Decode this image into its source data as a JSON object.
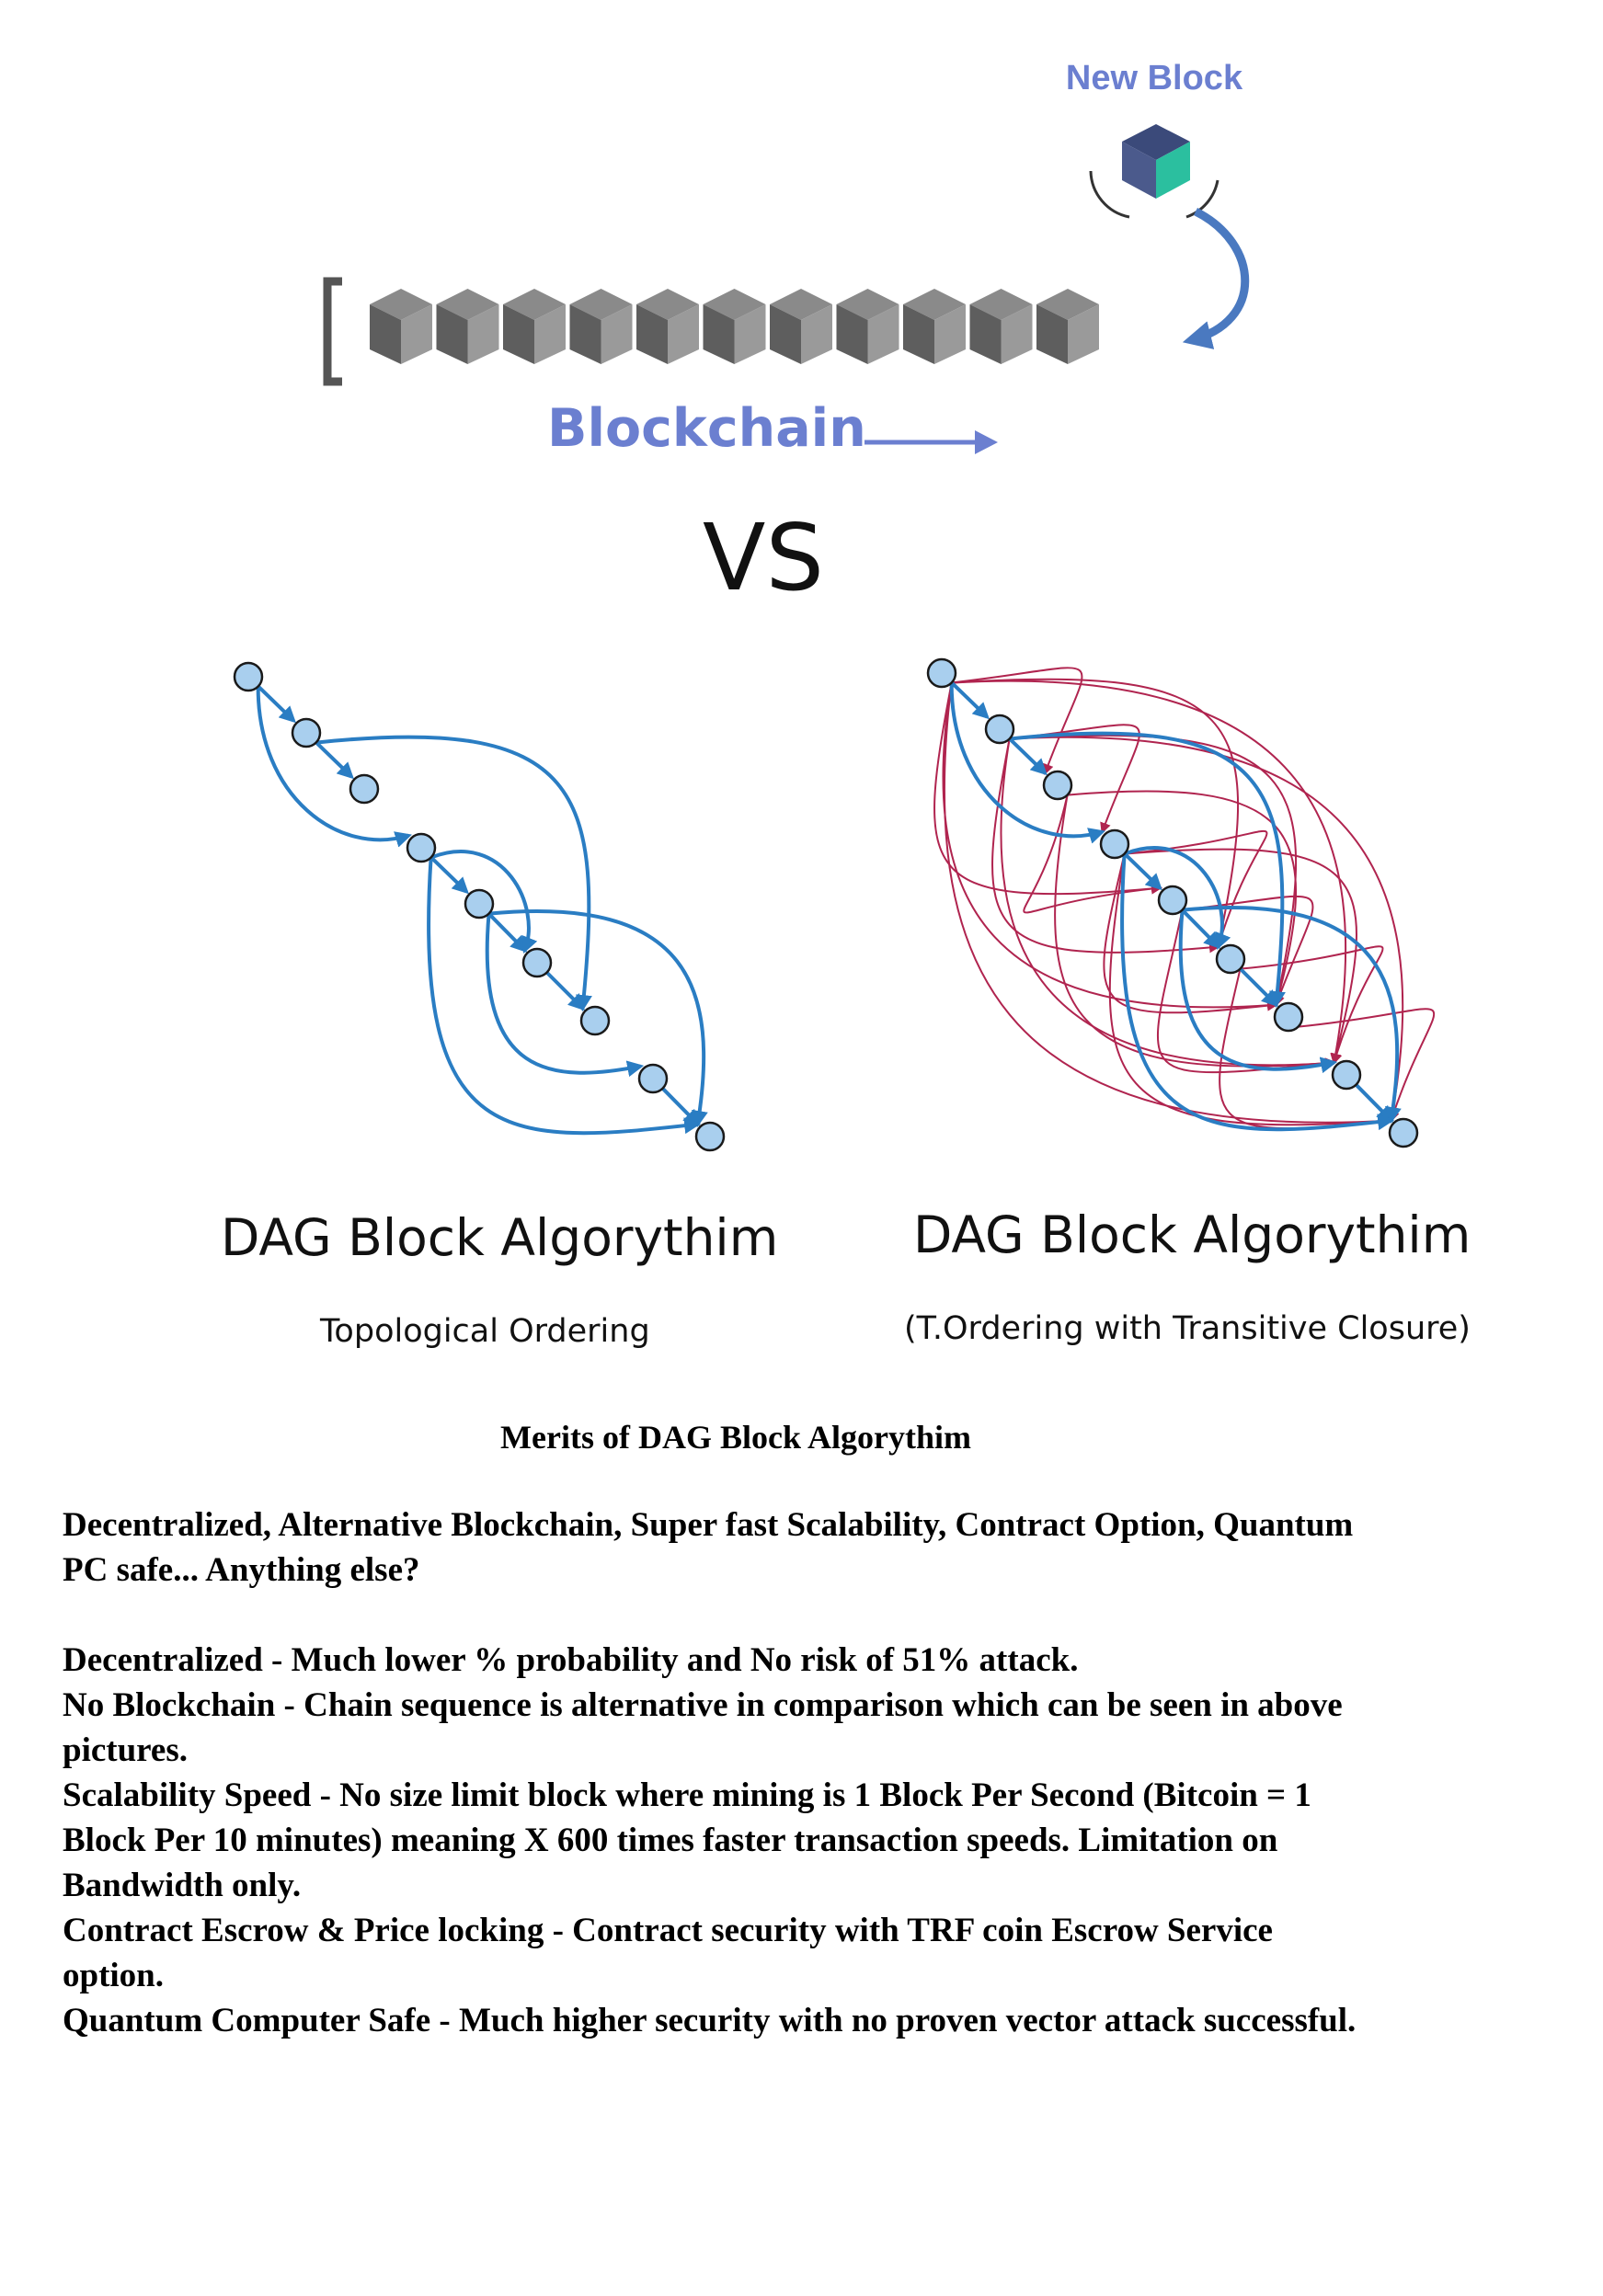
{
  "top": {
    "new_block_label": "New Block",
    "blockchain_label": "Blockchain",
    "chain_block_count": 11,
    "colors": {
      "label_blue": "#6b7fd0",
      "arrow_blue": "#4a79c0",
      "cube_teal": "#2bbf9f",
      "cube_navy": "#4b5a8c",
      "cube_gray": "#7a7a7a"
    }
  },
  "vs_label": "VS",
  "dag_left": {
    "title": "DAG Block Algorythim",
    "subtitle": "Topological Ordering"
  },
  "dag_right": {
    "title": "DAG Block Algorythim",
    "subtitle": "(T.Ordering  with Transitive Closure)"
  },
  "dag_colors": {
    "node_fill": "#a9cfee",
    "edge": "#2a7dc3",
    "closure_edge": "#b0244f"
  },
  "merits": {
    "title": "Merits of DAG Block Algorythim",
    "intro": [
      "Decentralized, Alternative Blockchain, Super fast Scalability, Contract Option, Quantum",
      "PC safe... Anything else?"
    ],
    "points": [
      "Decentralized - Much lower % probability and No risk of 51% attack.",
      "No Blockchain - Chain sequence is alternative in comparison which can be seen in above",
      "pictures.",
      "Scalability Speed - No size limit block where mining is 1 Block Per Second (Bitcoin = 1",
      "Block Per 10 minutes) meaning X 600 times faster transaction speeds. Limitation on",
      "Bandwidth only.",
      "Contract Escrow & Price locking - Contract security with TRF coin Escrow Service",
      "option.",
      "Quantum Computer Safe - Much higher security with no proven vector attack successful."
    ]
  }
}
